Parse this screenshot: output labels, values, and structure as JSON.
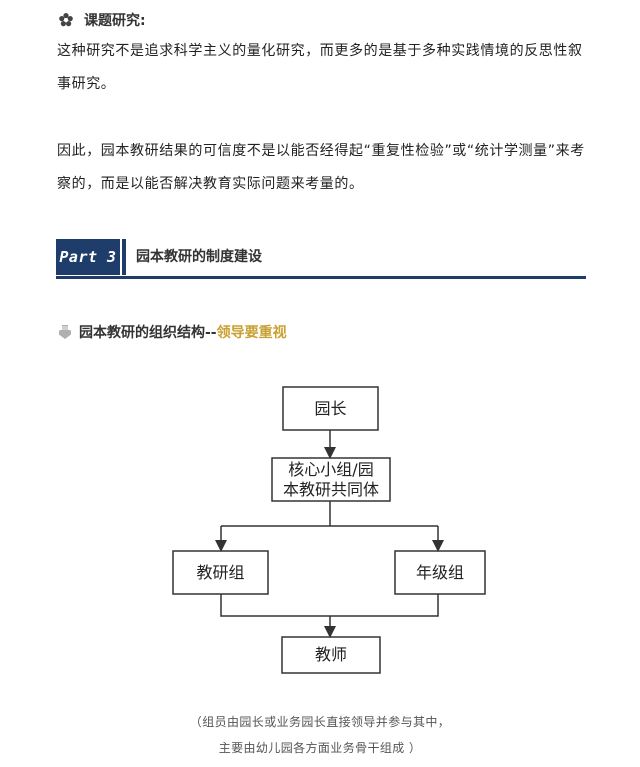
{
  "topic": {
    "icon": "flower-icon",
    "label": "课题研究:"
  },
  "paragraphs": [
    "这种研究不是追求科学主义的量化研究，而更多的是基于多种实践情境的反思性叙事研究。",
    "因此，园本教研结果的可信度不是以能否经得起“重复性检验”或“统计学测量”来考察的，而是以能否解决教育实际问题来考量的。"
  ],
  "part": {
    "badge": "Part 3",
    "title": "园本教研的制度建设"
  },
  "section": {
    "icon": "hand-pointing-down-icon",
    "title": "园本教研的组织结构--",
    "accent": "领导要重视",
    "accent_color": "#c9a032"
  },
  "org_chart": {
    "nodes": {
      "principal": "园长",
      "core_group_line1": "核心小组/园",
      "core_group_line2": "本教研共同体",
      "research_group": "教研组",
      "grade_group": "年级组",
      "teachers": "教师"
    }
  },
  "caption": {
    "line1": "（组员由园长或业务园长直接领导并参与其中，",
    "line2": "主要由幼儿园各方面业务骨干组成 ）"
  },
  "colors": {
    "primary": "#1e3d6b",
    "accent": "#c9a032"
  }
}
